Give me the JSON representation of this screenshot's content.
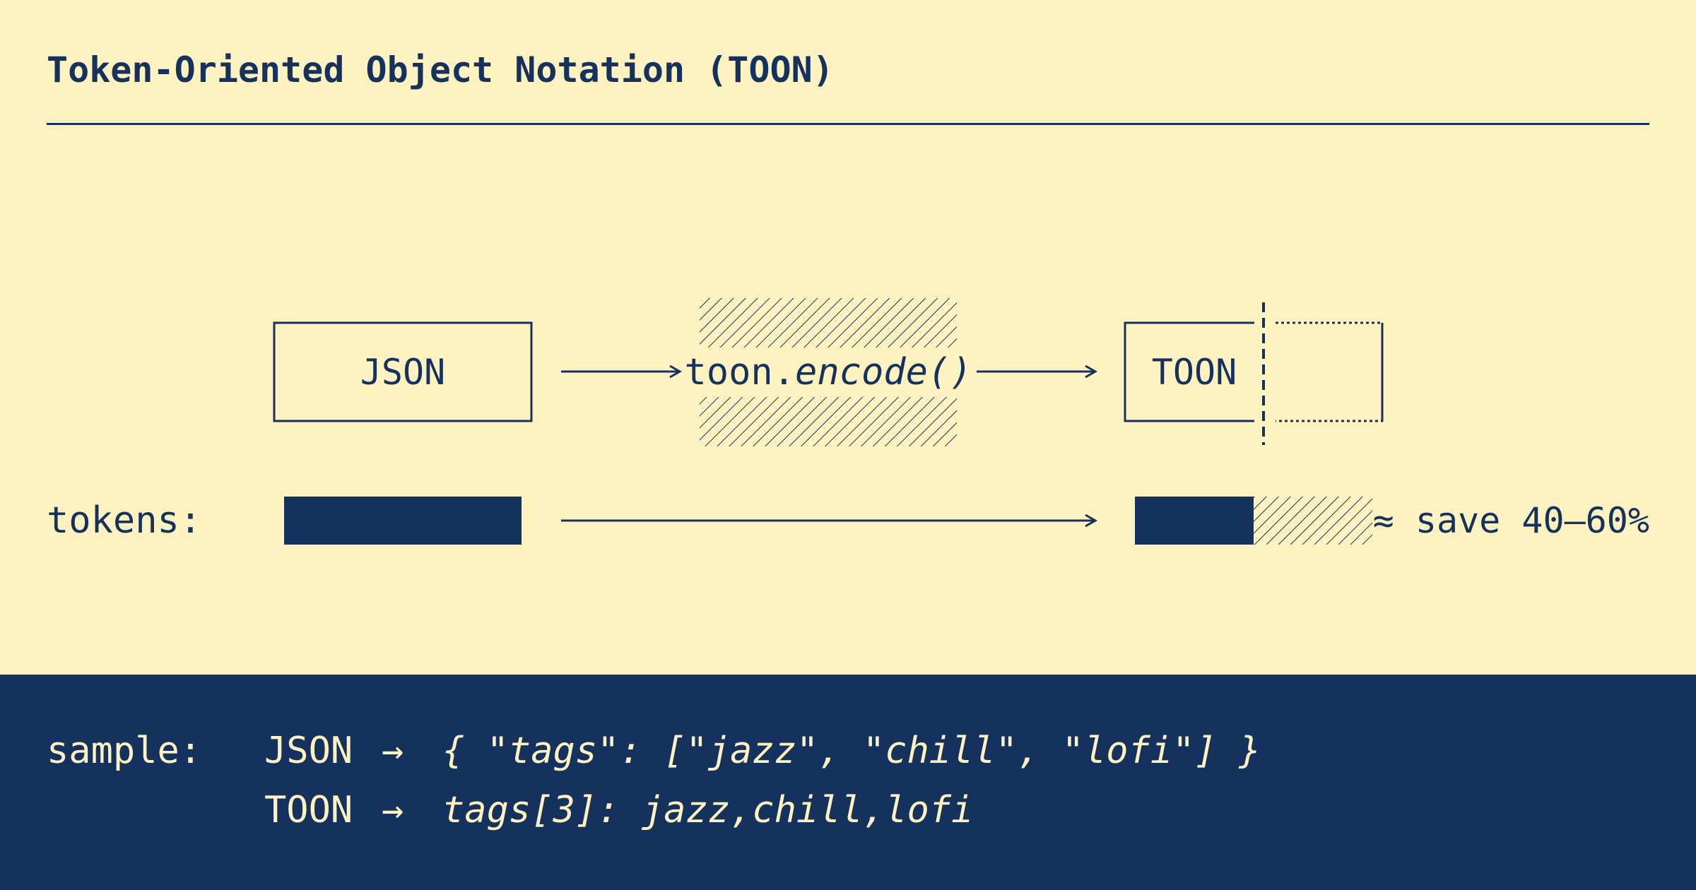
{
  "title": "Token-Oriented Object Notation (TOON)",
  "flow": {
    "input_label": "JSON",
    "function_prefix": "toon.",
    "function_name": "encode()",
    "output_label": "TOON"
  },
  "tokens": {
    "label": "tokens:",
    "savings_label": "≈ save 40–60%",
    "toon_fraction_of_json": 0.5
  },
  "sample": {
    "label": "sample:",
    "rows": [
      {
        "format": "JSON",
        "arrow": "→",
        "code": "{ \"tags\": [\"jazz\", \"chill\", \"lofi\"] }"
      },
      {
        "format": "TOON",
        "arrow": "→",
        "code": "tags[3]: jazz,chill,lofi"
      }
    ]
  },
  "colors": {
    "background": "#fdf2c0",
    "ink": "#15325f"
  }
}
